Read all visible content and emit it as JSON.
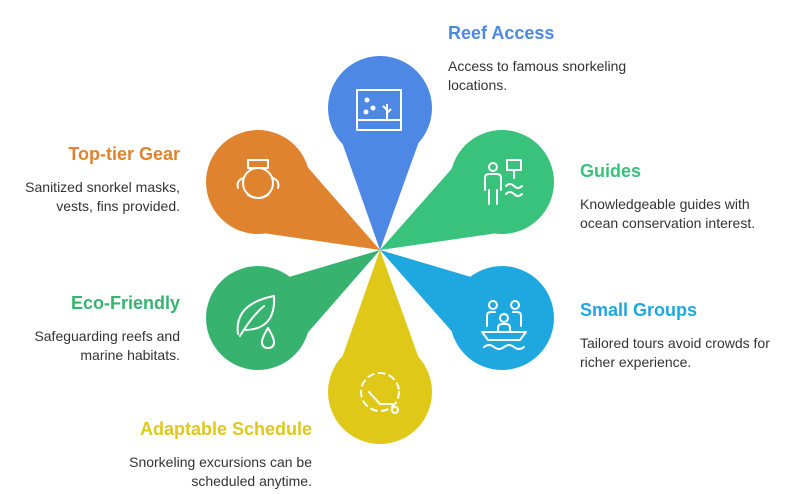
{
  "items": [
    {
      "key": "reef-access",
      "title": "Reef Access",
      "description": "Access to famous snorkeling locations.",
      "color": "#4E88E5",
      "icon": "aquarium-icon"
    },
    {
      "key": "guides",
      "title": "Guides",
      "description": "Knowledgeable guides with ocean conservation interest.",
      "color": "#39C27B",
      "icon": "diver-guide-icon"
    },
    {
      "key": "small-groups",
      "title": "Small Groups",
      "description": "Tailored tours avoid crowds for richer experience.",
      "color": "#1FA8DF",
      "icon": "people-boat-icon"
    },
    {
      "key": "adaptable-schedule",
      "title": "Adaptable Schedule",
      "description": "Snorkeling excursions can be scheduled anytime.",
      "color": "#E0C819",
      "icon": "clock-icon"
    },
    {
      "key": "eco-friendly",
      "title": "Eco-Friendly",
      "description": "Safeguarding reefs and marine habitats.",
      "color": "#37B36F",
      "icon": "leaf-drop-icon"
    },
    {
      "key": "top-tier-gear",
      "title": "Top-tier Gear",
      "description": "Sanitized snorkel masks, vests, fins provided.",
      "color": "#E0832E",
      "icon": "snorkel-mask-icon"
    }
  ]
}
